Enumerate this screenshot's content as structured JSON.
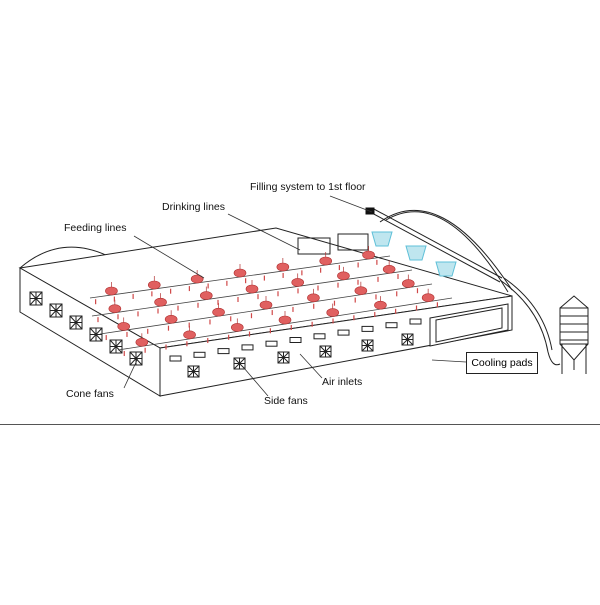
{
  "labels": {
    "filling": "Filling system to 1st floor",
    "drinking": "Drinking lines",
    "feeding": "Feeding lines",
    "cooling": "Cooling pads",
    "air_inlets": "Air inlets",
    "cone_fans": "Cone fans",
    "side_fans": "Side fans"
  },
  "colors": {
    "outline": "#222222",
    "feeder": "#e06060",
    "drinker": "#d04848",
    "filling": "#5fc0d8"
  }
}
